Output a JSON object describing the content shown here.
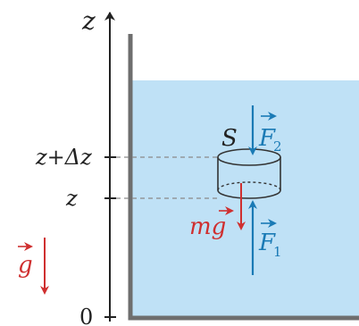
{
  "axis": {
    "name": "z",
    "tick_top": "z+Δz",
    "tick_mid": "z",
    "tick_zero": "0"
  },
  "labels": {
    "area": "S",
    "force_top": "F",
    "force_top_sub": "2",
    "force_bottom": "F",
    "force_bottom_sub": "1",
    "weight": "mg",
    "gravity": "g"
  },
  "colors": {
    "water": "#bfe1f6",
    "wall": "#6e6e6e",
    "axis": "#222222",
    "force": "#1a7ab5",
    "weight": "#cf2f2f",
    "dash": "#8a8a8a",
    "cylinder": "#333333"
  }
}
